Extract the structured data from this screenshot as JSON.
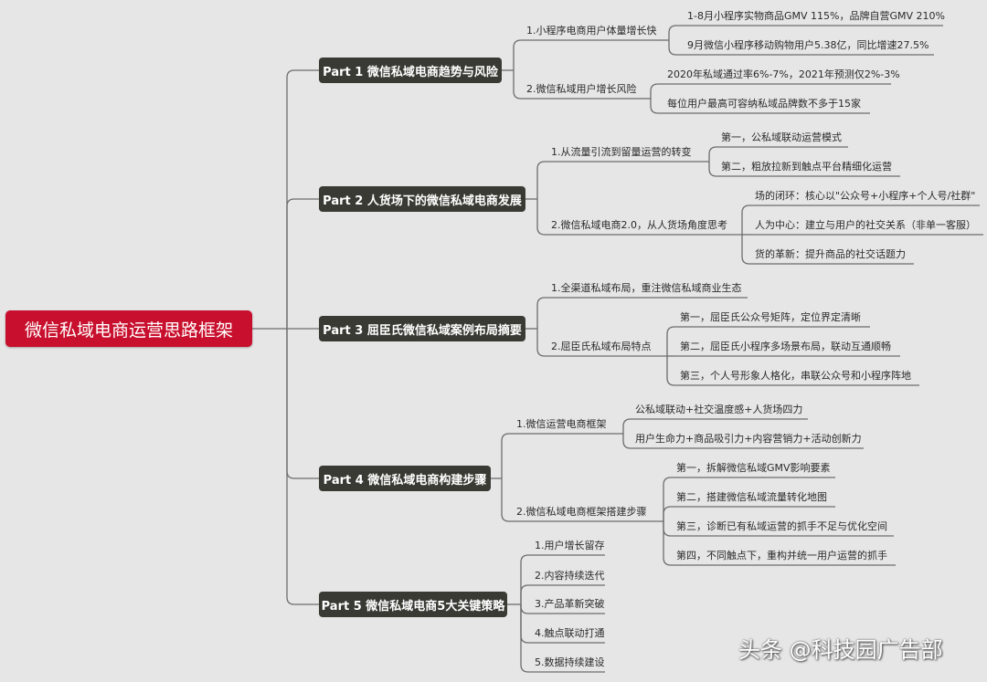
{
  "root": "微信私域电商运营思路框架",
  "parts": [
    {
      "label": "Part 1 微信私域电商趋势与风险",
      "subs": [
        {
          "label": "1.小程序电商用户体量增长快",
          "items": [
            "1-8月小程序实物商品GMV 115%，品牌自营GMV 210%",
            "9月微信小程序移动购物用户5.38亿，同比增速27.5%"
          ]
        },
        {
          "label": "2.微信私域用户增长风险",
          "items": [
            "2020年私域通过率6%-7%，2021年预测仅2%-3%",
            "每位用户最高可容纳私域品牌数不多于15家"
          ]
        }
      ]
    },
    {
      "label": "Part 2 人货场下的微信私域电商发展",
      "subs": [
        {
          "label": "1.从流量引流到留量运营的转变",
          "items": [
            "第一，公私域联动运营模式",
            "第二，粗放拉新到触点平台精细化运营"
          ]
        },
        {
          "label": "2.微信私域电商2.0，从人货场角度思考",
          "items": [
            "场的闭环：核心以\"公众号+小程序+个人号/社群\"",
            "人为中心：建立与用户的社交关系（非单一客服）",
            "货的革新：提升商品的社交话题力"
          ]
        }
      ]
    },
    {
      "label": "Part 3 屈臣氏微信私域案例布局摘要",
      "subs": [
        {
          "label": "1.全渠道私域布局，重注微信私域商业生态",
          "items": []
        },
        {
          "label": "2.屈臣氏私域布局特点",
          "items": [
            "第一，屈臣氏公众号矩阵，定位界定清晰",
            "第二，屈臣氏小程序多场景布局，联动互通顺畅",
            "第三，个人号形象人格化，串联公众号和小程序阵地"
          ]
        }
      ]
    },
    {
      "label": "Part 4 微信私域电商构建步骤",
      "subs": [
        {
          "label": "1.微信运营电商框架",
          "items": [
            "公私域联动+社交温度感+人货场四力",
            "用户生命力+商品吸引力+内容营销力+活动创新力"
          ]
        },
        {
          "label": "2.微信私域电商框架搭建步骤",
          "items": [
            "第一，拆解微信私域GMV影响要素",
            "第二，搭建微信私域流量转化地图",
            "第三，诊断已有私域运营的抓手不足与优化空间",
            "第四，不同触点下，重构并统一用户运营的抓手"
          ]
        }
      ]
    },
    {
      "label": "Part 5 微信私域电商5大关键策略",
      "subs": [
        {
          "label": "1.用户增长留存",
          "items": []
        },
        {
          "label": "2.内容持续迭代",
          "items": []
        },
        {
          "label": "3.产品革新突破",
          "items": []
        },
        {
          "label": "4.触点联动打通",
          "items": []
        },
        {
          "label": "5.数据持续建设",
          "items": []
        }
      ]
    }
  ],
  "watermark": "头条 @科技园广告部",
  "colors": {
    "root_bg": "#c8102e",
    "part_bg": "#3a3a34",
    "line": "#6d6d6d",
    "background": "#e6e6e6"
  }
}
